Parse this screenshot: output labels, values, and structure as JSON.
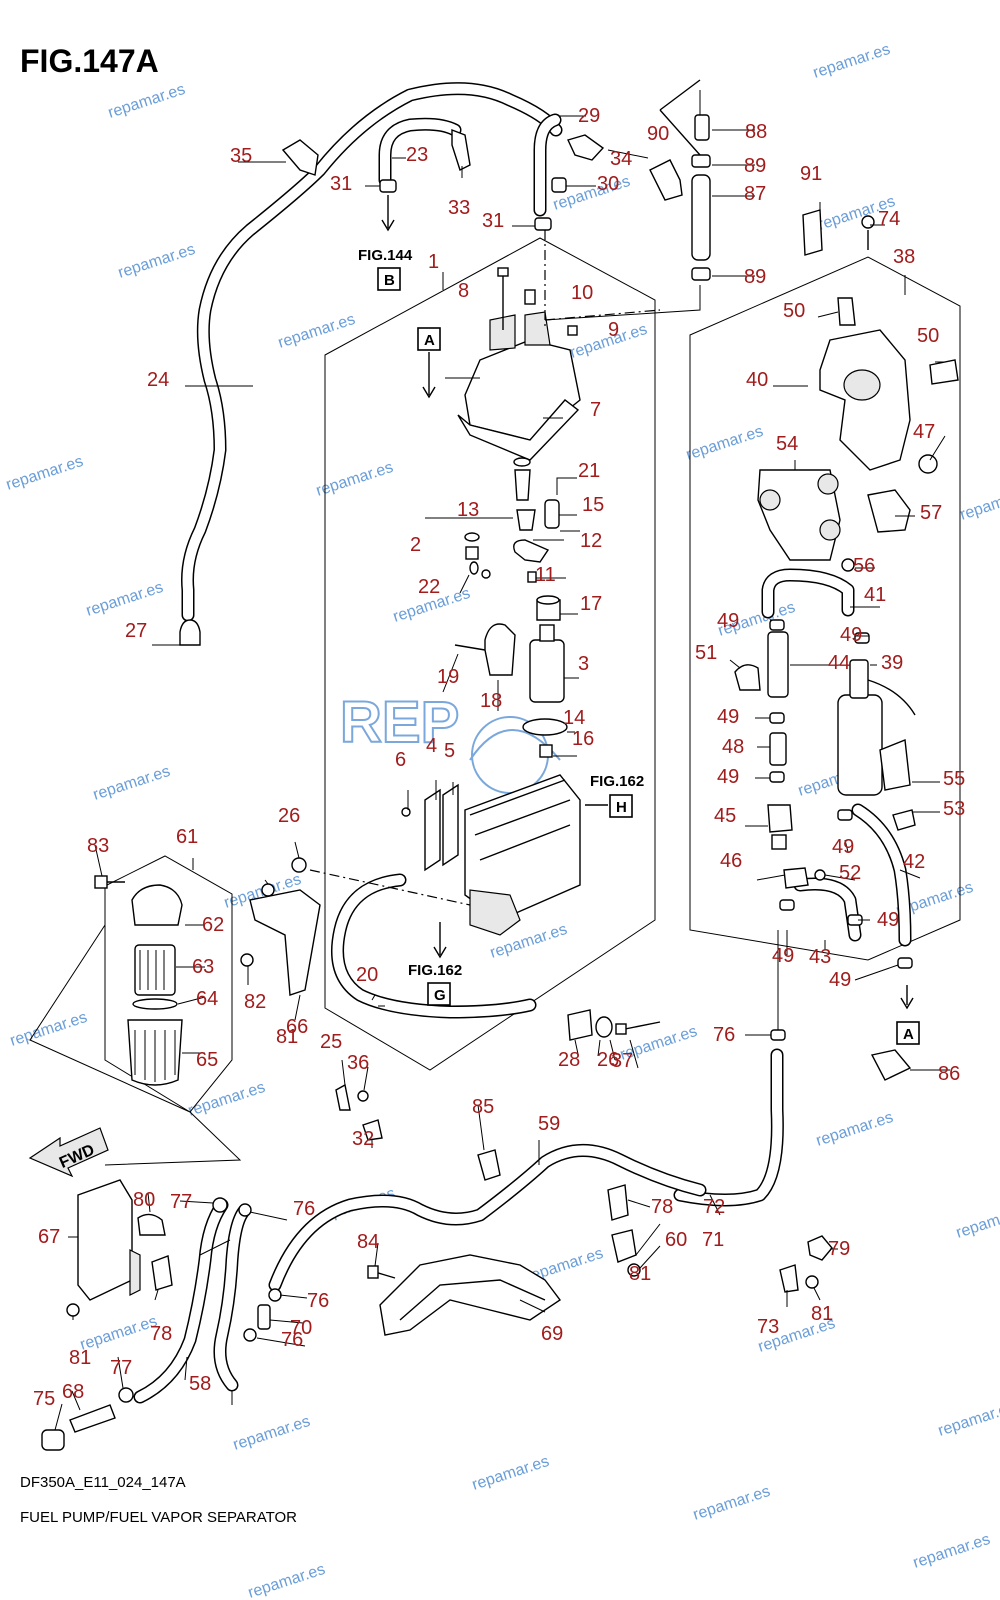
{
  "title": "FIG.147A",
  "footer": {
    "code": "DF350A_E11_024_147A",
    "caption": "FUEL PUMP/FUEL VAPOR SEPARATOR"
  },
  "watermark_text": "repamar.es",
  "logo_text": "REP",
  "fwd_label": "FWD",
  "references": {
    "fig144": "FIG.144",
    "fig162_a": "FIG.162",
    "fig162_b": "FIG.162",
    "box_a1": "A",
    "box_a2": "A",
    "box_b": "B",
    "box_g": "G",
    "box_h": "H"
  },
  "callouts": [
    "1",
    "2",
    "3",
    "4",
    "5",
    "6",
    "7",
    "8",
    "9",
    "10",
    "11",
    "12",
    "13",
    "14",
    "15",
    "16",
    "17",
    "18",
    "19",
    "20",
    "21",
    "22",
    "23",
    "24",
    "25",
    "26",
    "26",
    "27",
    "28",
    "29",
    "30",
    "31",
    "31",
    "32",
    "33",
    "34",
    "35",
    "36",
    "37",
    "38",
    "39",
    "40",
    "41",
    "42",
    "43",
    "44",
    "45",
    "46",
    "47",
    "48",
    "49",
    "49",
    "49",
    "49",
    "49",
    "49",
    "49",
    "49",
    "50",
    "50",
    "51",
    "52",
    "53",
    "54",
    "55",
    "56",
    "57",
    "58",
    "59",
    "60",
    "61",
    "62",
    "63",
    "64",
    "65",
    "66",
    "67",
    "68",
    "69",
    "70",
    "71",
    "72",
    "73",
    "74",
    "75",
    "76",
    "76",
    "76",
    "76",
    "77",
    "77",
    "78",
    "78",
    "79",
    "80",
    "81",
    "81",
    "81",
    "81",
    "82",
    "83",
    "84",
    "85",
    "86",
    "87",
    "88",
    "89",
    "89",
    "90",
    "91"
  ],
  "colors": {
    "callout": "#a11c1c",
    "watermark": "#6a9ed8",
    "line": "#000000"
  }
}
